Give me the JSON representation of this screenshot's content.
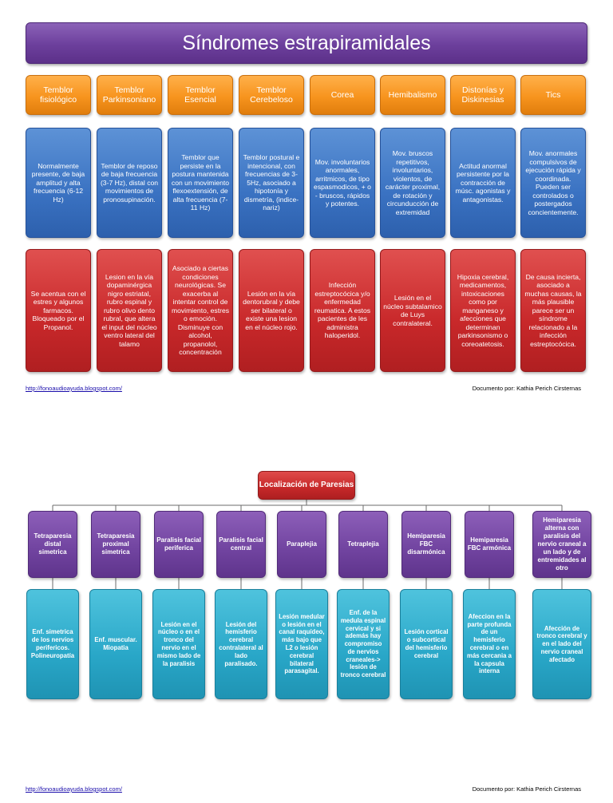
{
  "page1": {
    "title": "Síndromes estrapiramidales",
    "columns": [
      {
        "header": "Temblor fisiológico",
        "description": "Normalmente presente, de baja amplitud y alta frecuencia (6-12 Hz)",
        "detail": "Se acentua con el estres y algunos farmacos. Bloqueado por el Propanol."
      },
      {
        "header": "Temblor Parkinsoniano",
        "description": "Temblor de reposo de baja frecuencia (3-7 Hz), distal con movimientos de pronosupinación.",
        "detail": "Lesion en la vía dopaminérgica nigro estriatal, rubro espinal y rubro olivo dento rubral, que altera el input del núcleo ventro lateral del talamo"
      },
      {
        "header": "Temblor Esencial",
        "description": "Temblor que persiste en la postura mantenida con un movimiento flexoextensión, de alta frecuencia (7-11 Hz)",
        "detail": "Asociado a ciertas condiciones neurológicas. Se exacerba al intentar control de movimiento, estres o emoción. Disminuye con alcohol, propanolol, concentración"
      },
      {
        "header": "Temblor Cerebeloso",
        "description": "Temblor postural e intencional, con frecuencias de 3-5Hz, asociado a hipotonía y dismetría, (indice-nariz)",
        "detail": "Lesión en la vía dentorubral y debe ser bilateral o existe una lesion en el núcleo rojo."
      },
      {
        "header": "Corea",
        "description": "Mov. involuntarios anormales, arritmicos, de tipo espasmodicos, + o - bruscos, rápidos y potentes.",
        "detail": "Infección estreptocócica y/o enfermedad reumatica. A estos pacientes de les administra haloperidol."
      },
      {
        "header": "Hemibalismo",
        "description": "Mov. bruscos repetitivos, involuntarios, violentos, de carácter proximal, de rotación y circunducción de extremidad",
        "detail": "Lesión en el núcleo subtalamico de Luys contralateral."
      },
      {
        "header": "Distonías y Diskinesias",
        "description": "Actitud anormal persistente por la contracción de músc. agonistas y antagonistas.",
        "detail": "Hipoxia cerebral, medicamentos, intoxicaciones como por manganeso y afecciones que determinan parkinsonismo o coreoatetosis."
      },
      {
        "header": "Tics",
        "description": "Mov. anormales compulsivos de ejecución rápida y coordinada. Pueden ser controlados o postergados concientemente.",
        "detail": "De causa incierta, asociado a muchas causas, la más plausible parece ser un síndrome relacionado a la infección estreptocócica."
      }
    ],
    "footer": {
      "link": "http://fonoaudioayuda.blogspot.com/",
      "author": "Documento por: Kathia Perich Cirsternas"
    }
  },
  "page2": {
    "root": "Localización de Paresias",
    "nodes": [
      {
        "label": "Tetraparesia distal simetrica",
        "detail": "Enf. simetrica de los nervios perifericos. Polineuropatía"
      },
      {
        "label": "Tetraparesia proximal simetrica",
        "detail": "Enf. muscular. Miopatia"
      },
      {
        "label": "Paralisis facial periferica",
        "detail": "Lesión en el núcleo o en el tronco del nervio en el mismo lado de la paralisis"
      },
      {
        "label": "Paralisis facial central",
        "detail": "Lesión del hemisferio cerebral contralateral al lado paralisado."
      },
      {
        "label": "Paraplejia",
        "detail": "Lesión medular o lesión en el canal raquídeo, más bajo que L2 o lesión cerebral bilateral parasagital."
      },
      {
        "label": "Tetraplejia",
        "detail": "Enf. de la medula espinal cervical y si además hay compromiso de nervios craneales-> lesión de tronco cerebral"
      },
      {
        "label": "Hemiparesia FBC disarmónica",
        "detail": "Lesión cortical o subcortical del hemisferio cerebral"
      },
      {
        "label": "Hemiparesia FBC armónica",
        "detail": "Afeccion en la parte profunda de un hemisferio cerebral o en más cercania a la capsula interna"
      },
      {
        "label": "Hemiparesia alterna con paralisis del nervio craneal a un lado y de entremidades al otro",
        "detail": "Afección de tronco cerebral y en el lado del nervio craneal afectado"
      }
    ],
    "footer": {
      "link": "http://fonoaudioayuda.blogspot.com/",
      "author": "Documento por: Kathia Perich Cirsternas"
    }
  }
}
